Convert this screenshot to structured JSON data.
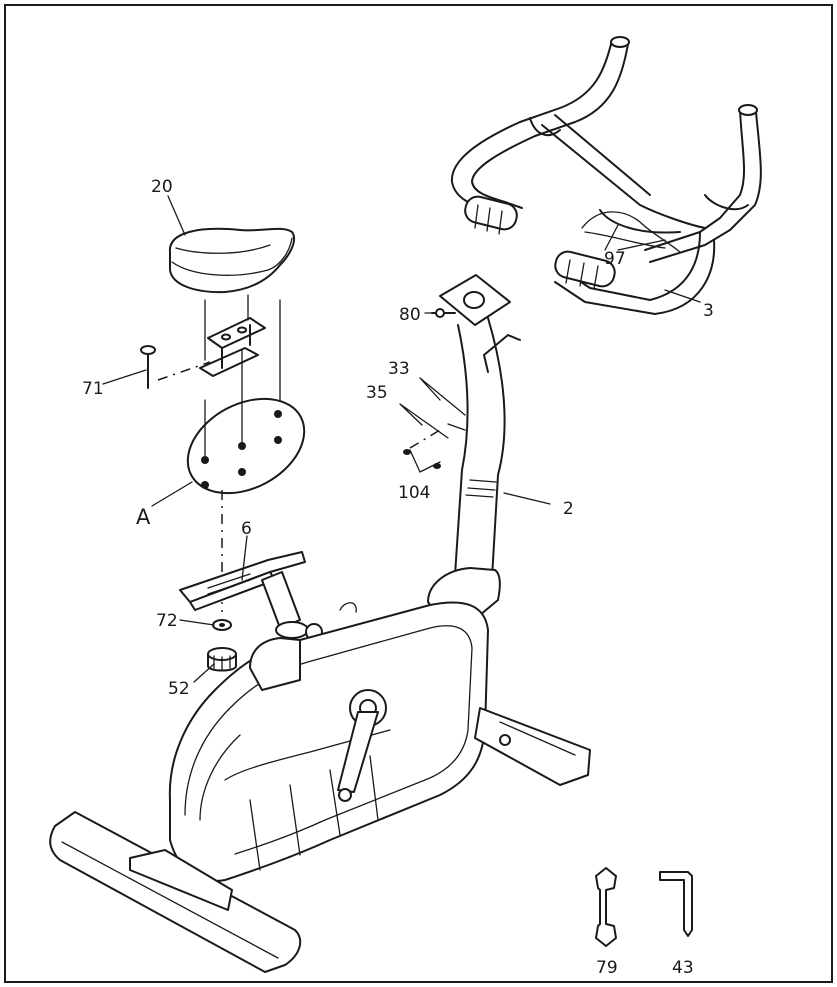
{
  "diagram": {
    "labels": {
      "seat": "20",
      "bolt": "71",
      "detail": "A",
      "seat_post": "6",
      "washer": "72",
      "knob": "52",
      "sensor_plate_screw": "80",
      "washer_33": "33",
      "washer_35": "35",
      "bolt_104": "104",
      "upright_tube": "2",
      "handlebar": "3",
      "cable": "97",
      "wrench": "79",
      "allen_key": "43"
    },
    "colors": {
      "line": "#1a1a1a",
      "background": "#ffffff"
    },
    "icons": [
      "wrench-icon",
      "allen-key-icon"
    ]
  }
}
